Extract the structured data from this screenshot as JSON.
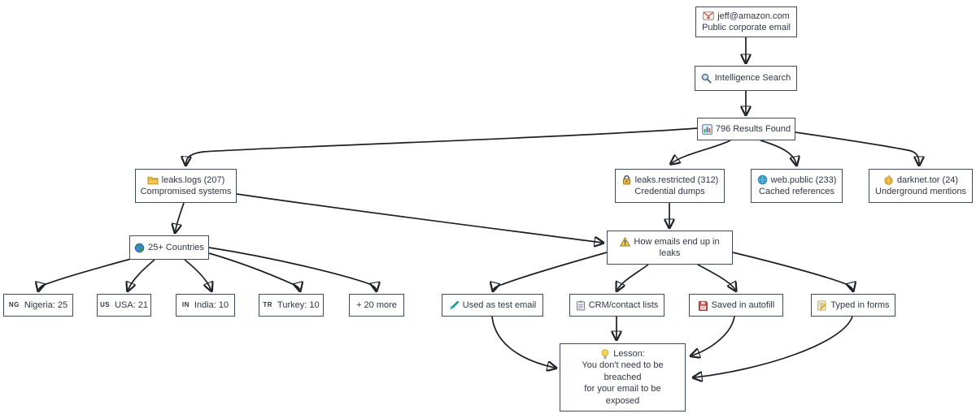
{
  "diagram": {
    "colors": {
      "background": "#ffffff",
      "node_fill": "#ffffff",
      "node_border": "#404b5a",
      "text": "#2f3542",
      "arrow": "#1b1f24",
      "accent_yellow": "#f2c24e",
      "accent_blue": "#63c3e8",
      "accent_teal": "#1f9e8e",
      "accent_red": "#c2564e"
    },
    "nodes": {
      "email": {
        "icon": "email-icon",
        "line1": "jeff@amazon.com",
        "line2": "Public corporate email"
      },
      "search": {
        "icon": "search-icon",
        "label": "Intelligence Search"
      },
      "results": {
        "icon": "bar-chart-icon",
        "label": "796 Results Found"
      },
      "leaks_logs": {
        "icon": "folder-icon",
        "line1": "leaks.logs (207)",
        "line2": "Compromised systems"
      },
      "leaks_restricted": {
        "icon": "lock-icon",
        "line1": "leaks.restricted (312)",
        "line2": "Credential dumps"
      },
      "web_public": {
        "icon": "globe-icon",
        "line1": "web.public (233)",
        "line2": "Cached references"
      },
      "darknet": {
        "icon": "onion-icon",
        "line1": "darknet.tor (24)",
        "line2": "Underground mentions"
      },
      "countries": {
        "icon": "earth-icon",
        "label": "25+ Countries"
      },
      "nigeria": {
        "code": "NG",
        "label": "Nigeria: 25"
      },
      "usa": {
        "code": "US",
        "label": "USA: 21"
      },
      "india": {
        "code": "IN",
        "label": "India: 10"
      },
      "turkey": {
        "code": "TR",
        "label": "Turkey: 10"
      },
      "more": {
        "label": "+ 20 more"
      },
      "how": {
        "icon": "warning-icon",
        "line1": "How emails end up in",
        "line2": "leaks"
      },
      "test_email": {
        "icon": "pen-icon",
        "label": "Used as test email"
      },
      "crm": {
        "icon": "clipboard-icon",
        "label": "CRM/contact lists"
      },
      "autofill": {
        "icon": "floppy-icon",
        "label": "Saved in autofill"
      },
      "forms": {
        "icon": "memo-icon",
        "label": "Typed in forms"
      },
      "lesson": {
        "icon": "bulb-icon",
        "title": "Lesson:",
        "line1": "You don't need to be",
        "line2": "breached",
        "line3": "for your email to be",
        "line4": "exposed"
      }
    },
    "edges": [
      {
        "from": "email",
        "to": "search"
      },
      {
        "from": "search",
        "to": "results"
      },
      {
        "from": "results",
        "to": "leaks_logs"
      },
      {
        "from": "results",
        "to": "leaks_restricted"
      },
      {
        "from": "results",
        "to": "web_public"
      },
      {
        "from": "results",
        "to": "darknet"
      },
      {
        "from": "leaks_logs",
        "to": "countries"
      },
      {
        "from": "leaks_logs",
        "to": "how"
      },
      {
        "from": "leaks_restricted",
        "to": "how"
      },
      {
        "from": "countries",
        "to": "nigeria"
      },
      {
        "from": "countries",
        "to": "usa"
      },
      {
        "from": "countries",
        "to": "india"
      },
      {
        "from": "countries",
        "to": "turkey"
      },
      {
        "from": "countries",
        "to": "more"
      },
      {
        "from": "how",
        "to": "test_email"
      },
      {
        "from": "how",
        "to": "crm"
      },
      {
        "from": "how",
        "to": "autofill"
      },
      {
        "from": "how",
        "to": "forms"
      },
      {
        "from": "test_email",
        "to": "lesson"
      },
      {
        "from": "crm",
        "to": "lesson"
      },
      {
        "from": "autofill",
        "to": "lesson"
      },
      {
        "from": "forms",
        "to": "lesson"
      }
    ]
  }
}
